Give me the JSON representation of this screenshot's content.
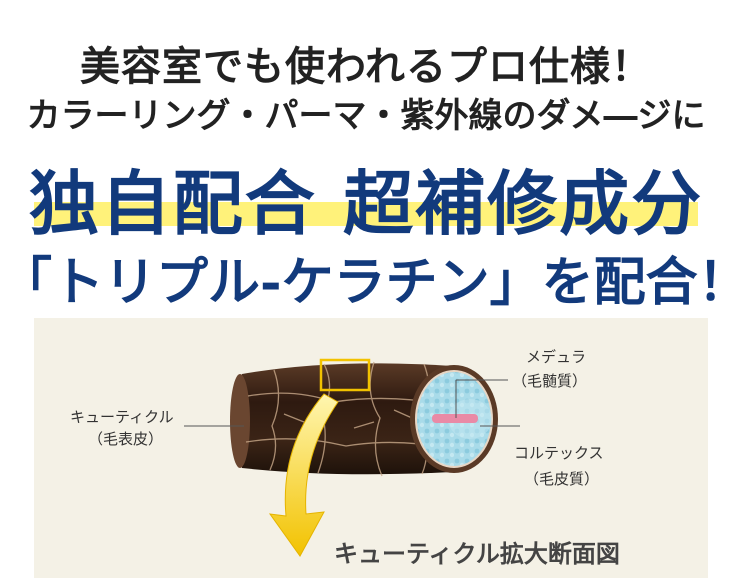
{
  "headline": {
    "line1": "美容室でも使われるプロ仕様！",
    "line2": "カラーリング・パーマ・紫外線のダメ―ジに",
    "line3": "独自配合 超補修成分",
    "line4": "「トリプル-ケラチン」を配合！"
  },
  "diagram": {
    "cuticle_label": "キューティクル",
    "cuticle_sub": "（毛表皮）",
    "medulla_label": "メデュラ",
    "medulla_sub": "（毛髄質）",
    "cortex_label": "コルテックス",
    "cortex_sub": "（毛皮質）",
    "caption": "キューティクル拡大断面図"
  },
  "colors": {
    "headline_dark": "#222222",
    "headline_blue": "#123a7c",
    "highlight_yellow": "#fff27a",
    "hair_brown": "#3b2416",
    "cortex_blue": "#9fd4e4",
    "medulla_pink": "#e98aa6",
    "arrow_yellow": "#f2c200"
  }
}
